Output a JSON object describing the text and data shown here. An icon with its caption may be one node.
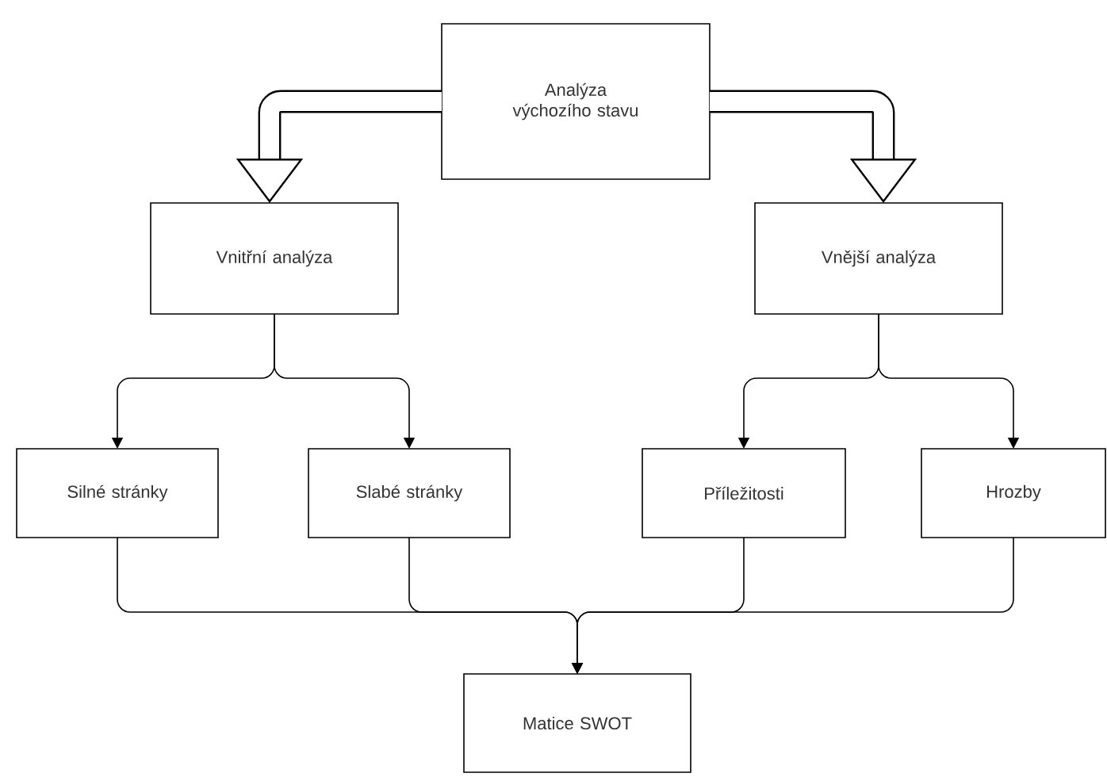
{
  "diagram": {
    "nodes": [
      {
        "text": [
          "Analýza výchozího stavu"
        ]
      },
      {
        "text": [
          "Vnitřní analýza"
        ]
      },
      {
        "text": [
          "Vnější analýza"
        ]
      },
      {
        "text": [
          "Silné stránky"
        ]
      },
      {
        "text": [
          "Slabé stránky"
        ]
      },
      {
        "text": [
          "Příležitosti"
        ]
      },
      {
        "text": [
          "Hrozby"
        ]
      },
      {
        "text": [
          "Matice SWOT"
        ]
      }
    ],
    "edges": [
      {
        "from": 0,
        "to": 1,
        "arrow": "to",
        "style": "thick"
      },
      {
        "from": 0,
        "to": 2,
        "arrow": "to",
        "style": "thick"
      },
      {
        "from": 1,
        "to": 3,
        "arrow": "to"
      },
      {
        "from": 1,
        "to": 4,
        "arrow": "to"
      },
      {
        "from": 2,
        "to": 5,
        "arrow": "to"
      },
      {
        "from": 2,
        "to": 6,
        "arrow": "to"
      },
      {
        "from": 3,
        "to": 7,
        "arrow": "to"
      },
      {
        "from": 4,
        "to": 7,
        "arrow": "to"
      },
      {
        "from": 5,
        "to": 7,
        "arrow": "to"
      },
      {
        "from": 6,
        "to": 7,
        "arrow": "to"
      }
    ]
  }
}
